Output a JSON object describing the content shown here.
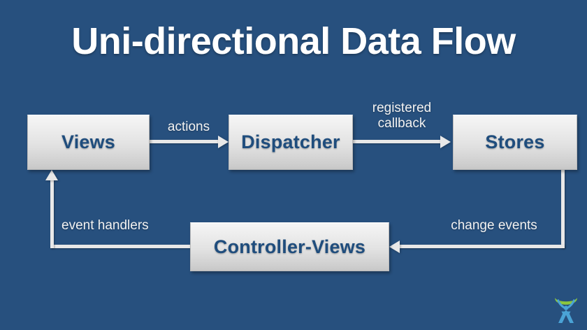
{
  "slide": {
    "title": "Uni-directional Data Flow",
    "background_color": "#27507e",
    "node_text_color": "#1f4d7d",
    "connector_color": "#e8e8e8"
  },
  "nodes": [
    {
      "id": "views",
      "label": "Views"
    },
    {
      "id": "dispatcher",
      "label": "Dispatcher"
    },
    {
      "id": "stores",
      "label": "Stores"
    },
    {
      "id": "controller",
      "label": "Controller-Views"
    }
  ],
  "edges": [
    {
      "id": "views-to-dispatcher",
      "label": "actions",
      "from": "views",
      "to": "dispatcher"
    },
    {
      "id": "dispatcher-to-stores",
      "label": "registered\ncallback",
      "from": "dispatcher",
      "to": "stores"
    },
    {
      "id": "stores-to-controller",
      "label": "change events",
      "from": "stores",
      "to": "controller"
    },
    {
      "id": "controller-to-views",
      "label": "event handlers",
      "from": "controller",
      "to": "views"
    }
  ],
  "logo": {
    "name": "brand-logo",
    "figure_color": "#4aa3d6",
    "arc_color": "#8cc63e"
  }
}
